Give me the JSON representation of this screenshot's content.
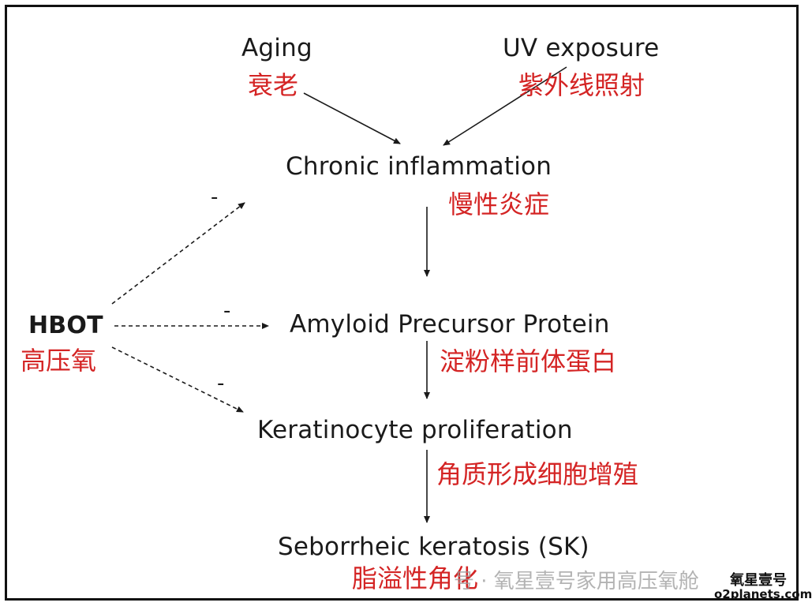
{
  "nodes": {
    "aging": {
      "en": "Aging",
      "zh": "衰老"
    },
    "uv": {
      "en": "UV exposure",
      "zh": "紫外线照射"
    },
    "inflammation": {
      "en": "Chronic inflammation",
      "zh": "慢性炎症"
    },
    "app": {
      "en": "Amyloid Precursor Protein",
      "zh": "淀粉样前体蛋白"
    },
    "keratinocyte": {
      "en": "Keratinocyte proliferation",
      "zh": "角质形成细胞增殖"
    },
    "sk": {
      "en": "Seborrheic keratosis (SK)",
      "zh": "脂溢性角化"
    },
    "hbot": {
      "en": "HBOT",
      "zh": "高压氧"
    }
  },
  "inhibition_marks": [
    "-",
    "-",
    "-"
  ],
  "watermark": {
    "text": "号 · 氧星壹号家用高压氧舱",
    "logo_line1": "氧星壹号",
    "logo_line2": "o2planets.com"
  },
  "colors": {
    "chinese_label": "#d42424",
    "english_label": "#1a1a1a",
    "frame": "#111111"
  }
}
